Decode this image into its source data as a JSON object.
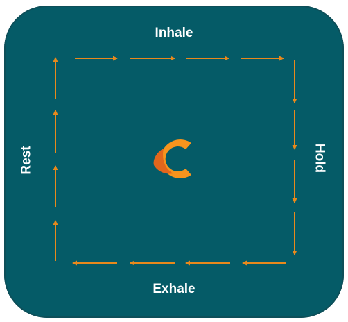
{
  "labels": {
    "top": "Inhale",
    "right": "Hold",
    "bottom": "Exhale",
    "left": "Rest"
  },
  "colors": {
    "panel": "#055b67",
    "arrow": "#e8891c",
    "text": "#ffffff",
    "logo_outer": "#f7941d",
    "logo_inner": "#e2661c"
  },
  "icons": {
    "center": "c-logo-icon"
  }
}
